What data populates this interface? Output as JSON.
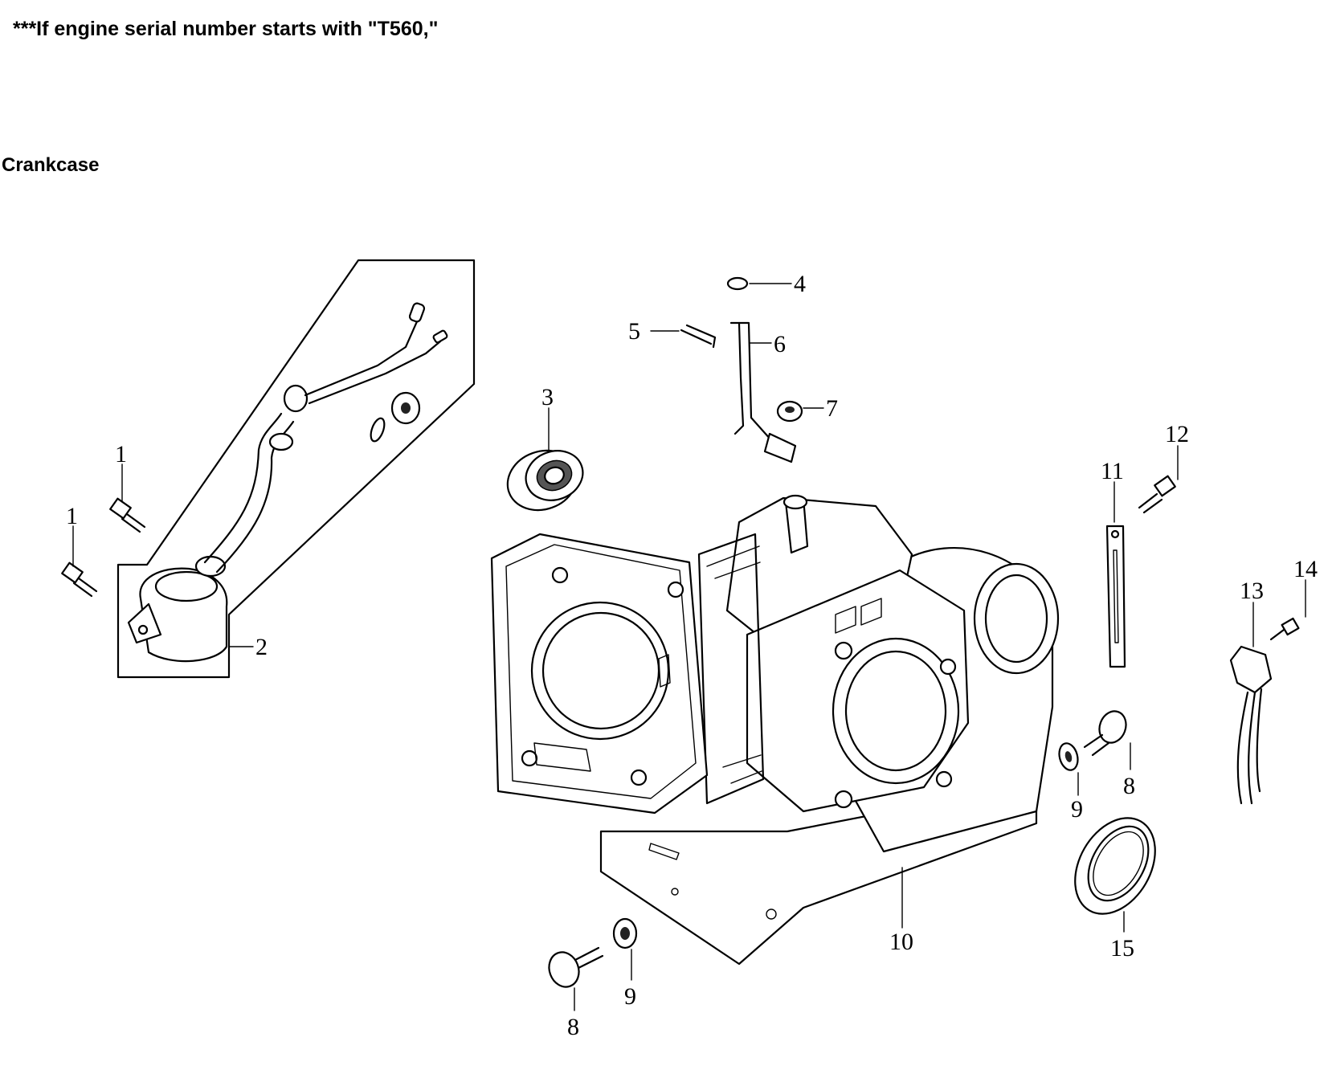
{
  "header": {
    "note": "***If engine serial number starts with \"T560,\"",
    "section_title": "Crankcase"
  },
  "diagram": {
    "callouts": [
      "1",
      "1",
      "2",
      "3",
      "4",
      "5",
      "6",
      "7",
      "8",
      "8",
      "9",
      "9",
      "10",
      "11",
      "12",
      "13",
      "14",
      "15"
    ]
  }
}
